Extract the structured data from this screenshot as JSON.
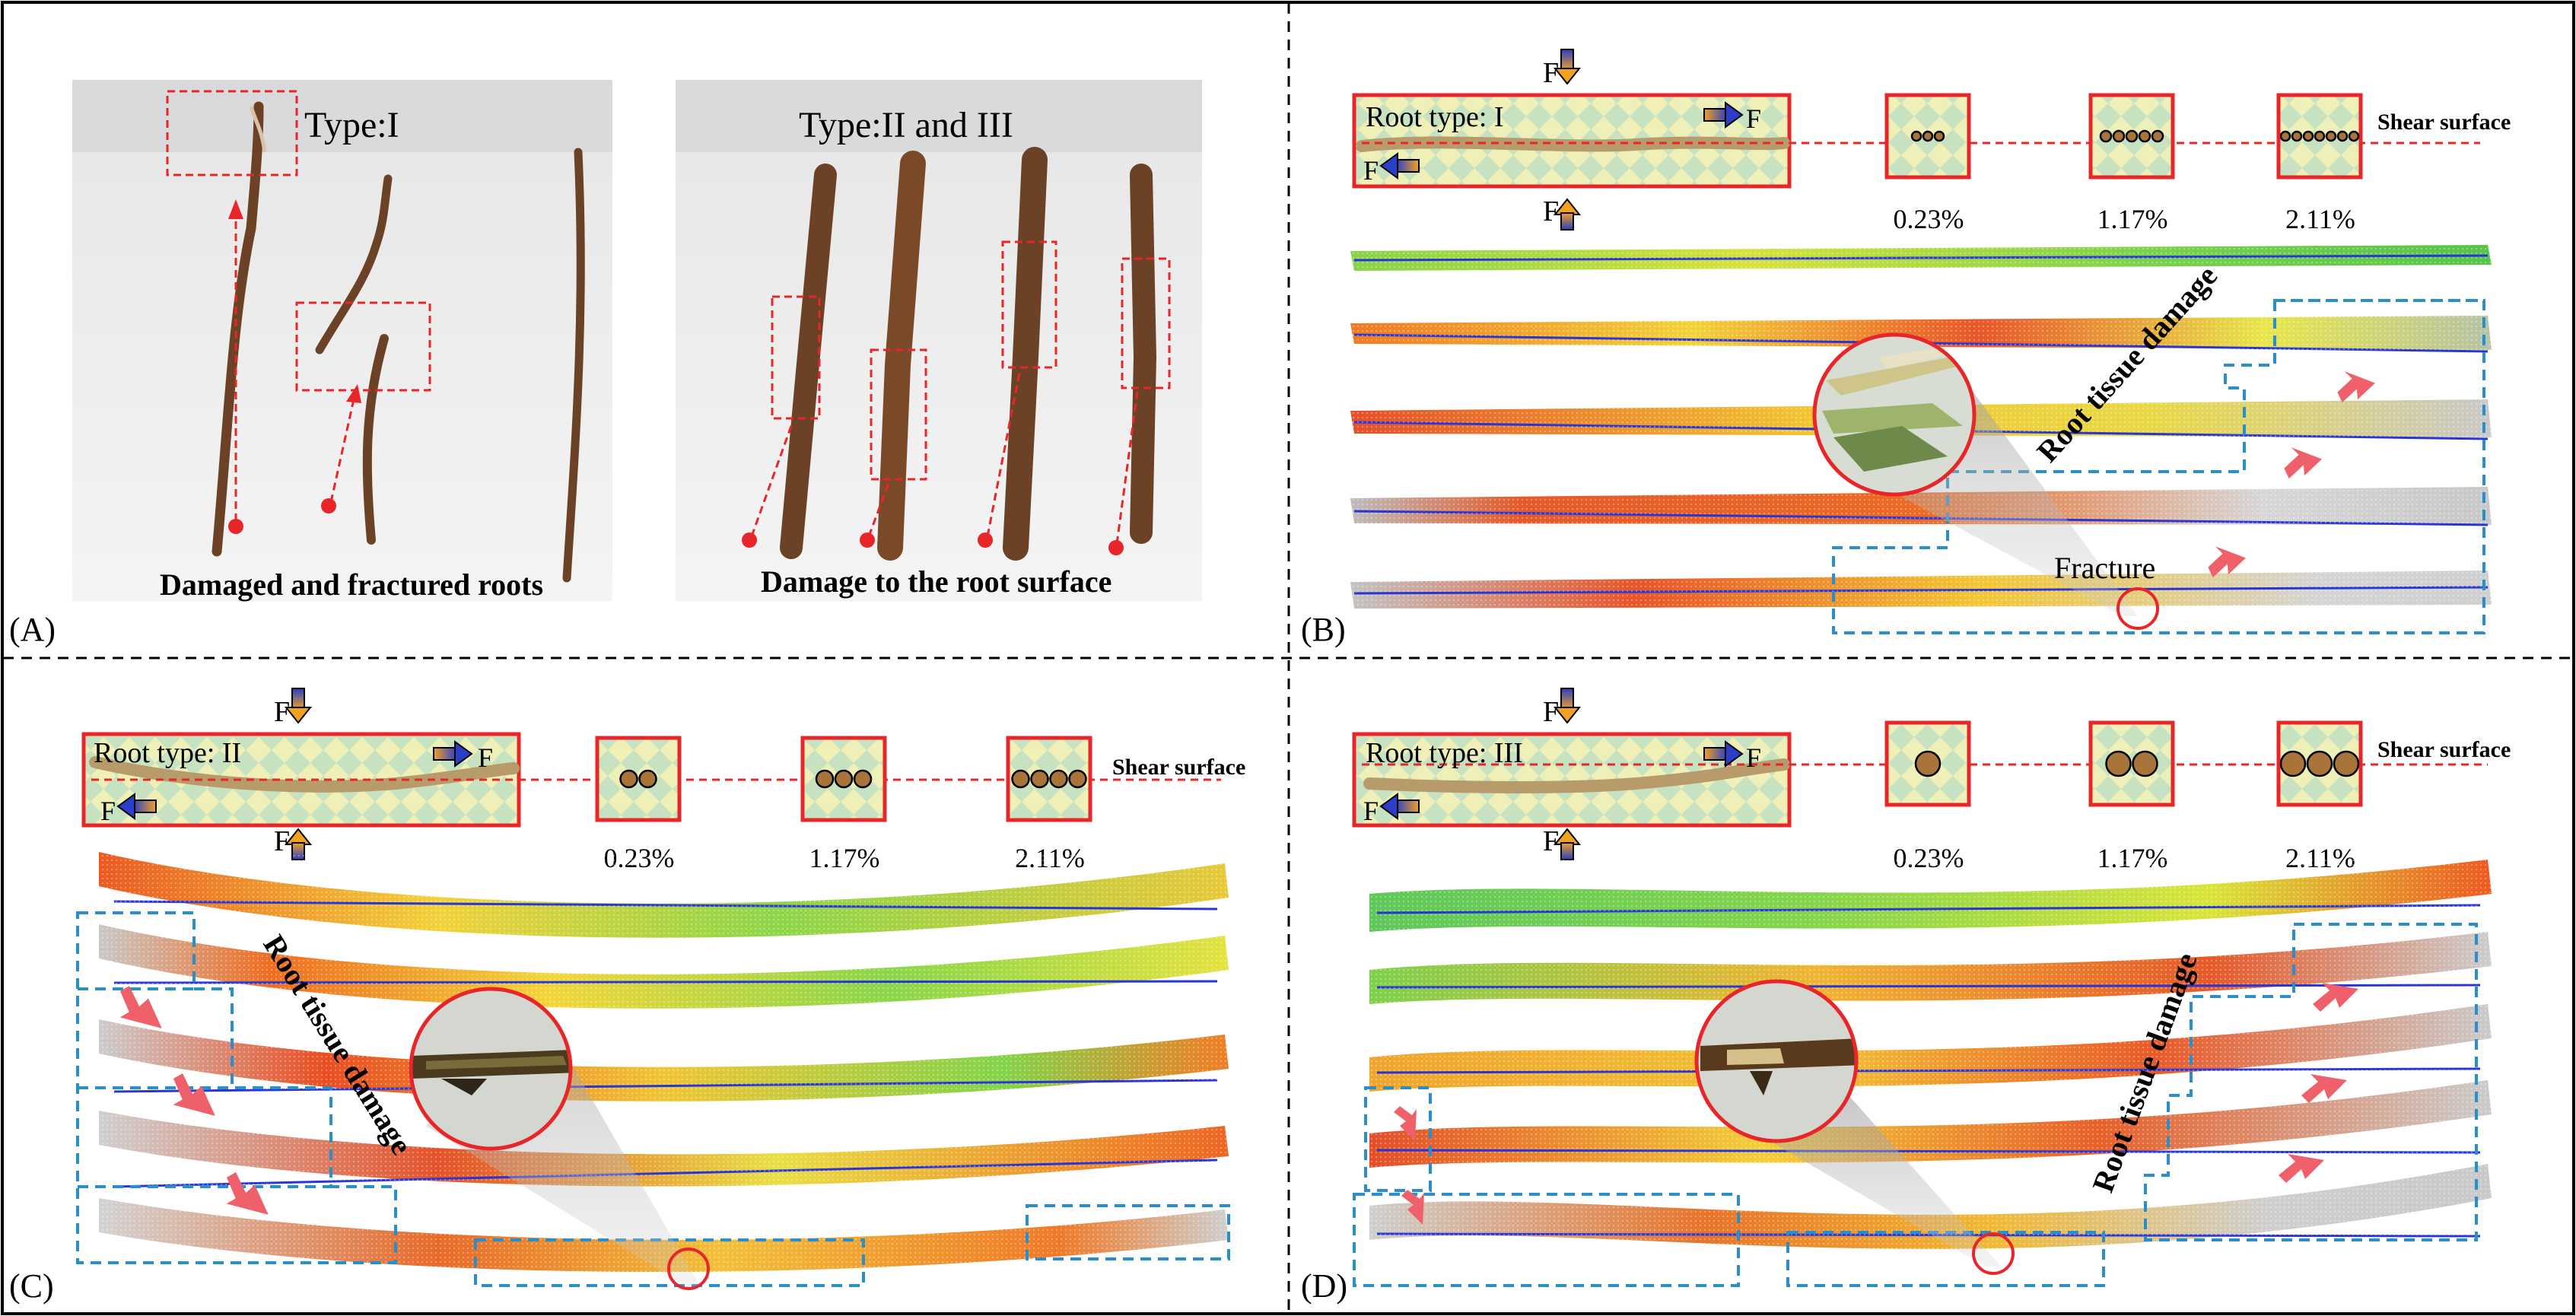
{
  "panels": {
    "A": {
      "label": "(A)",
      "photo_left": {
        "title": "Type:I",
        "caption": "Damaged and fractured roots"
      },
      "photo_right": {
        "title": "Type:II and III",
        "caption": "Damage to the root surface"
      }
    },
    "B": {
      "label": "(B)",
      "root_type": "Root type: I",
      "annotation": "Root tissue damage",
      "fracture": "Fracture",
      "dot_counts": [
        3,
        5,
        7
      ]
    },
    "C": {
      "label": "(C)",
      "root_type": "Root type: II",
      "annotation": "Root tissue damage",
      "dot_counts": [
        2,
        3,
        4
      ]
    },
    "D": {
      "label": "(D)",
      "root_type": "Root type: III",
      "annotation": "Root tissue damage",
      "dot_counts": [
        1,
        2,
        3
      ]
    }
  },
  "common": {
    "force": "F",
    "shear_surface": "Shear surface",
    "percentages": [
      "0.23%",
      "1.17%",
      "2.11%"
    ]
  },
  "colors": {
    "frame_red": "#e8262a",
    "dash_blue": "#2a8fc9",
    "arrow_pink": "#f0606a",
    "root_brown": "#6b4226",
    "tile_bg": "#eef0b8",
    "tile_diamond": "#c7e2c0",
    "blue_line": "#2a35d6"
  }
}
